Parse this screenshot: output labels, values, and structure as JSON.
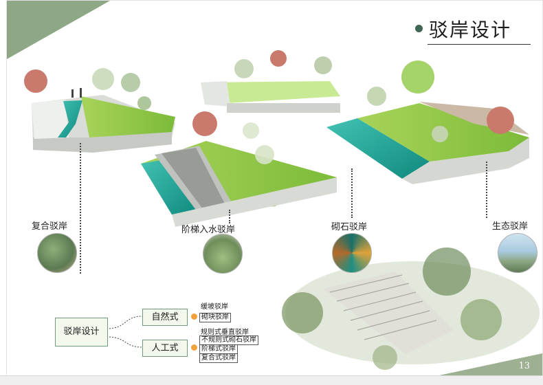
{
  "title": "驳岸设计",
  "page_number": "13",
  "types": [
    {
      "label": "复合驳岸"
    },
    {
      "label": "阶梯入水驳岸"
    },
    {
      "label": "砌石驳岸"
    },
    {
      "label": "生态驳岸"
    }
  ],
  "tree": {
    "root": "驳岸设计",
    "branches": [
      {
        "label": "自然式",
        "items": [
          "缓坡驳岸",
          "砌块驳岸"
        ]
      },
      {
        "label": "人工式",
        "items": [
          "规则式垂直驳岸",
          "不规则式砌石驳岸",
          "阶梯式驳岸",
          "复合式驳岸"
        ]
      }
    ]
  },
  "colors": {
    "accent": "#8ea886",
    "dark_green": "#3f6652",
    "water": "#1fa69a",
    "grass": "#8dc63f",
    "orange_dot": "#f2a03a"
  }
}
